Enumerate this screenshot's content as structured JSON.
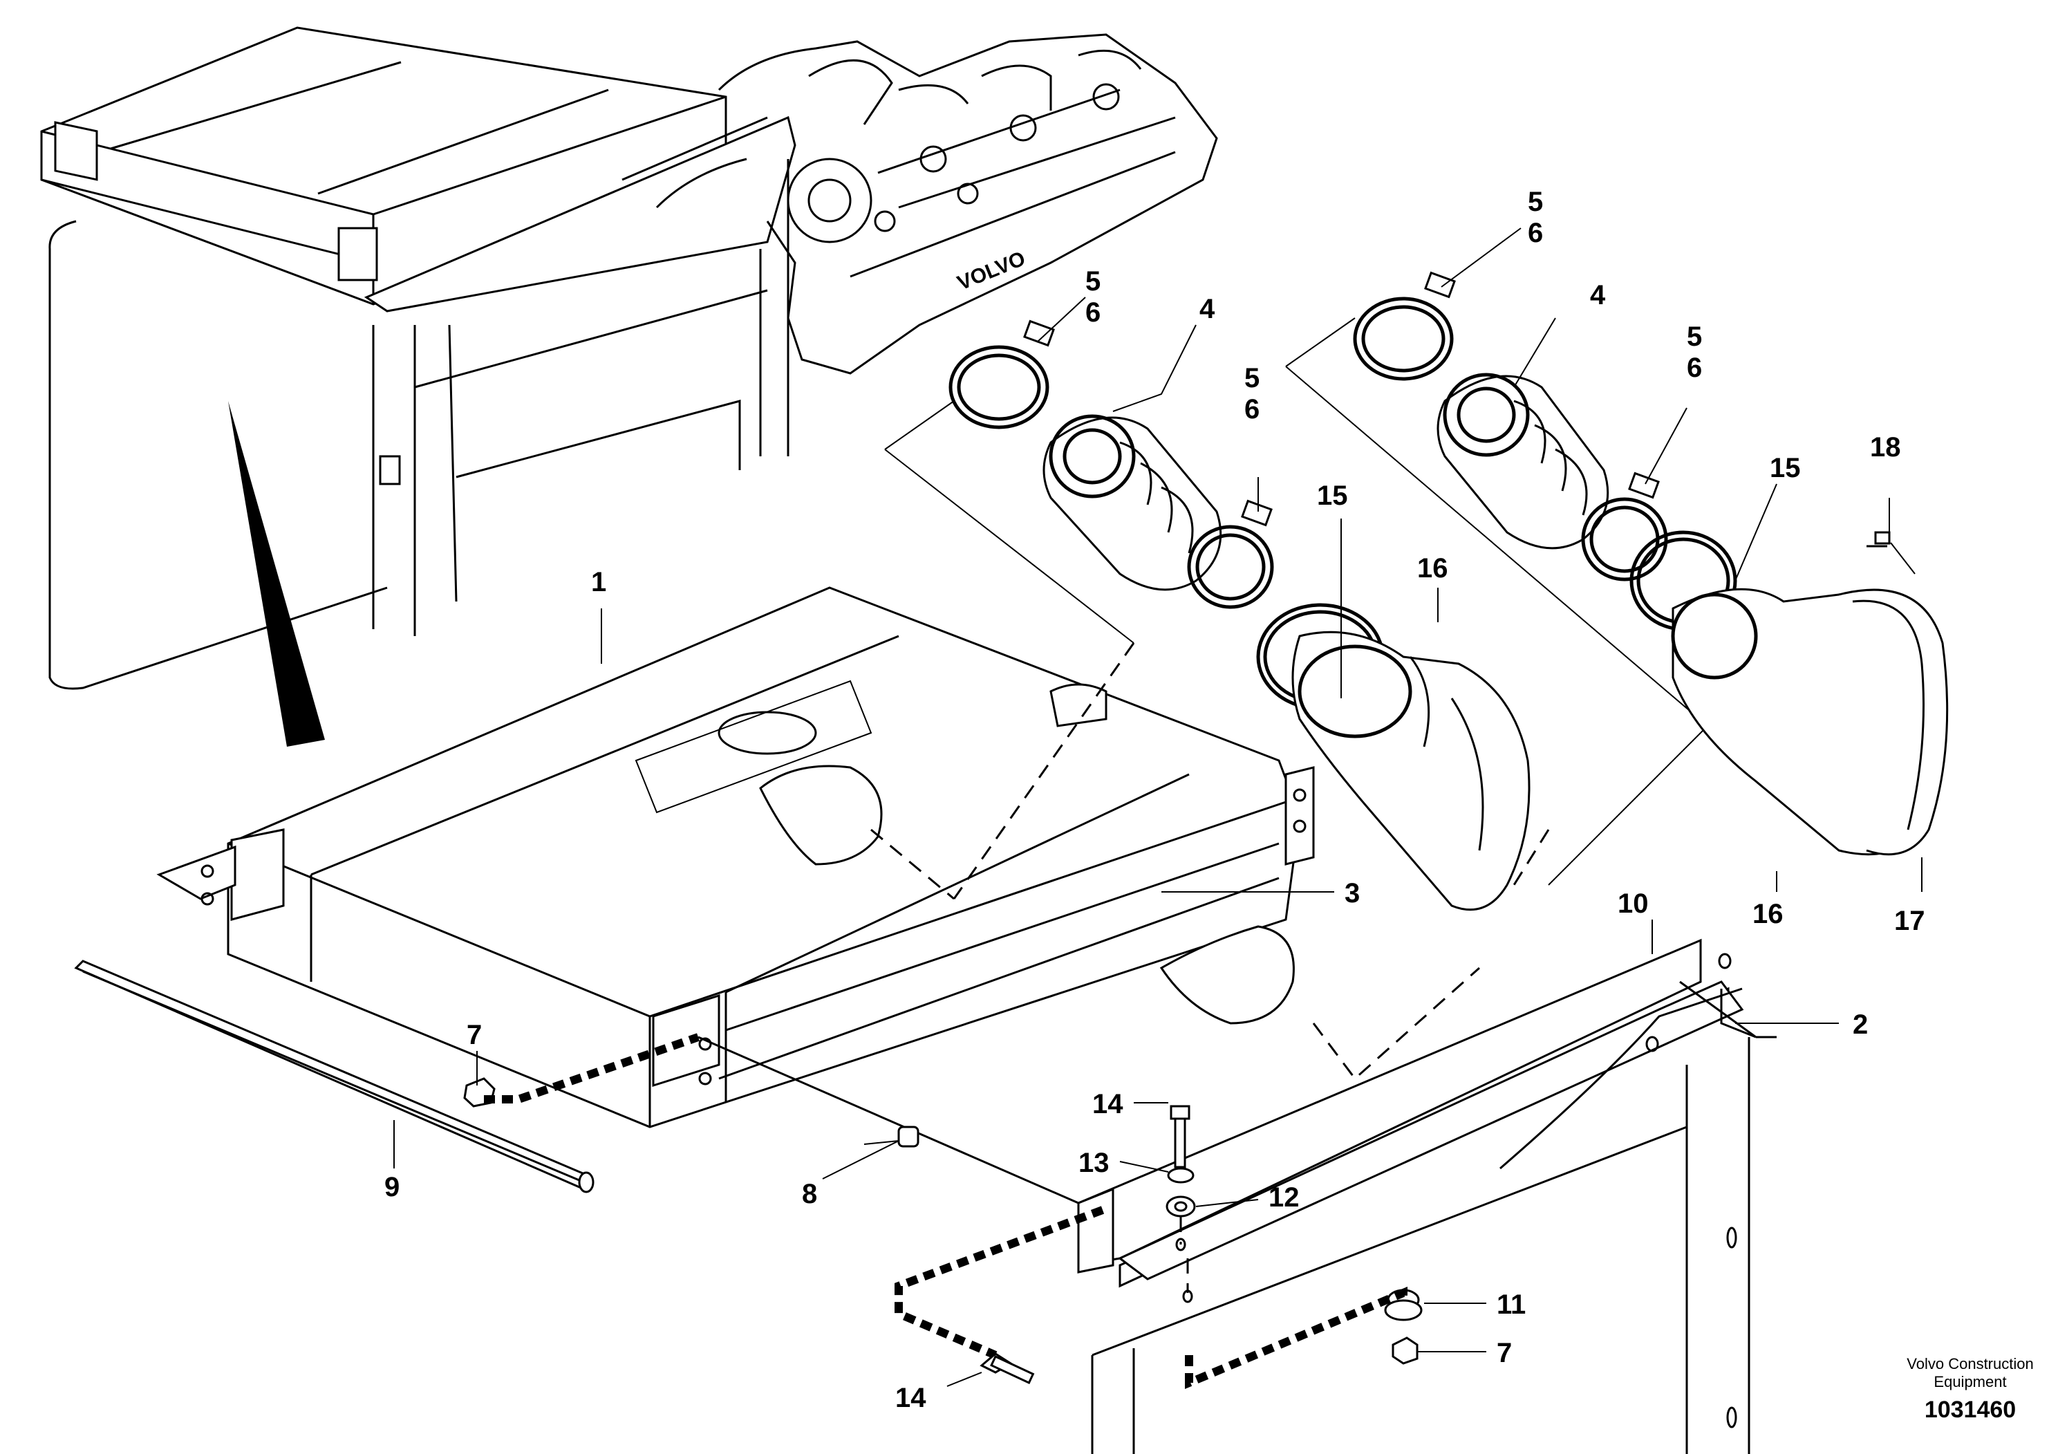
{
  "diagram": {
    "callouts": [
      {
        "id": "c1",
        "text": "1"
      },
      {
        "id": "c2",
        "text": "2"
      },
      {
        "id": "c3",
        "text": "3"
      },
      {
        "id": "c4a",
        "text": "4"
      },
      {
        "id": "c4b",
        "text": "4"
      },
      {
        "id": "c5a",
        "text": "5"
      },
      {
        "id": "c6a",
        "text": "6"
      },
      {
        "id": "c5b",
        "text": "5"
      },
      {
        "id": "c6b",
        "text": "6"
      },
      {
        "id": "c5c",
        "text": "5"
      },
      {
        "id": "c6c",
        "text": "6"
      },
      {
        "id": "c5d",
        "text": "5"
      },
      {
        "id": "c6d",
        "text": "6"
      },
      {
        "id": "c7a",
        "text": "7"
      },
      {
        "id": "c7b",
        "text": "7"
      },
      {
        "id": "c8",
        "text": "8"
      },
      {
        "id": "c9",
        "text": "9"
      },
      {
        "id": "c10",
        "text": "10"
      },
      {
        "id": "c11",
        "text": "11"
      },
      {
        "id": "c12",
        "text": "12"
      },
      {
        "id": "c13",
        "text": "13"
      },
      {
        "id": "c14a",
        "text": "14"
      },
      {
        "id": "c14b",
        "text": "14"
      },
      {
        "id": "c15a",
        "text": "15"
      },
      {
        "id": "c15b",
        "text": "15"
      },
      {
        "id": "c16a",
        "text": "16"
      },
      {
        "id": "c16b",
        "text": "16"
      },
      {
        "id": "c17",
        "text": "17"
      },
      {
        "id": "c18",
        "text": "18"
      }
    ],
    "engine_brand": "VOLVO",
    "footer": {
      "company_line1": "Volvo Construction",
      "company_line2": "Equipment",
      "drawing_number": "1031460"
    }
  }
}
